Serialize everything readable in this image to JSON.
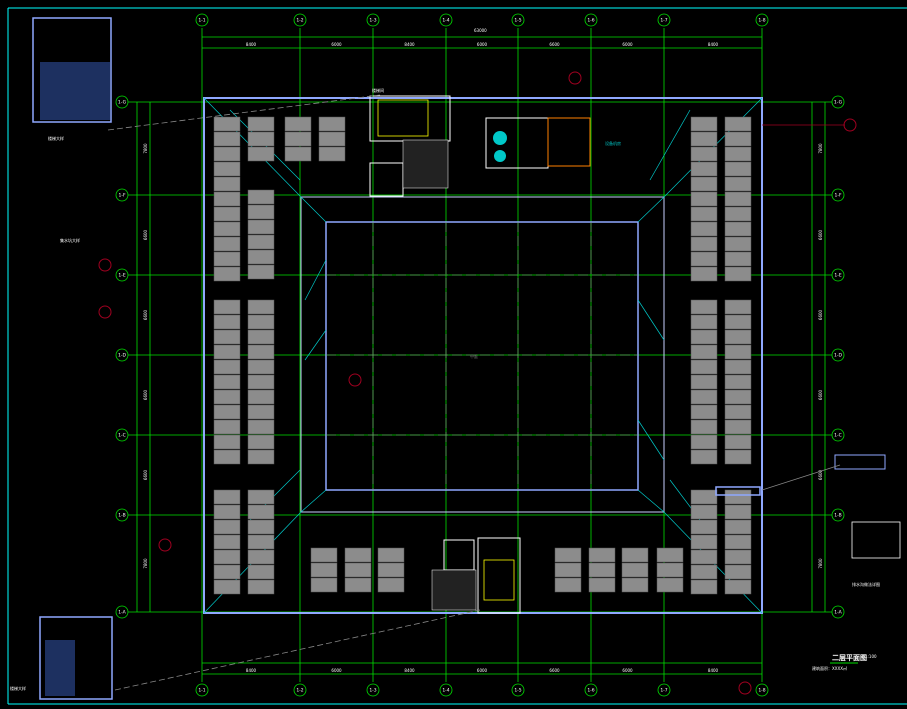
{
  "drawing": {
    "title": "二层平面图",
    "scale": "1:100",
    "subtitle": "建筑面积：XXXX㎡"
  },
  "axes": {
    "columns": [
      "1-1",
      "1-2",
      "1-3",
      "1-4",
      "1-5",
      "1-6",
      "1-7",
      "1-8"
    ],
    "rows": [
      "1-G",
      "1-F",
      "1-E",
      "1-D",
      "1-C",
      "1-B",
      "1-A"
    ]
  },
  "dimensions": {
    "column_spans": [
      "8400",
      "6000",
      "8400",
      "6000",
      "6600",
      "6000",
      "8400"
    ],
    "row_spans": [
      "7800",
      "6600",
      "6600",
      "6600",
      "6600",
      "7800"
    ],
    "total_width": "63000"
  },
  "labels": {
    "stair": "楼梯间",
    "equipment_room": "设备机房",
    "courtyard": "中庭",
    "detail_top_left": "楼梯大样",
    "detail_bottom_left": "楼梯大样",
    "detail_left_small": "集水坑大样",
    "detail_right": "排水沟做法详图"
  },
  "colors": {
    "grid": "#00e000",
    "wall": "#8fa8ff",
    "annotation": "#00c8c8",
    "parking": "#8c8c8c",
    "stair": "#ffff00",
    "callout": "#a00020",
    "leader": "#b07820",
    "frame": "#00ffff"
  }
}
